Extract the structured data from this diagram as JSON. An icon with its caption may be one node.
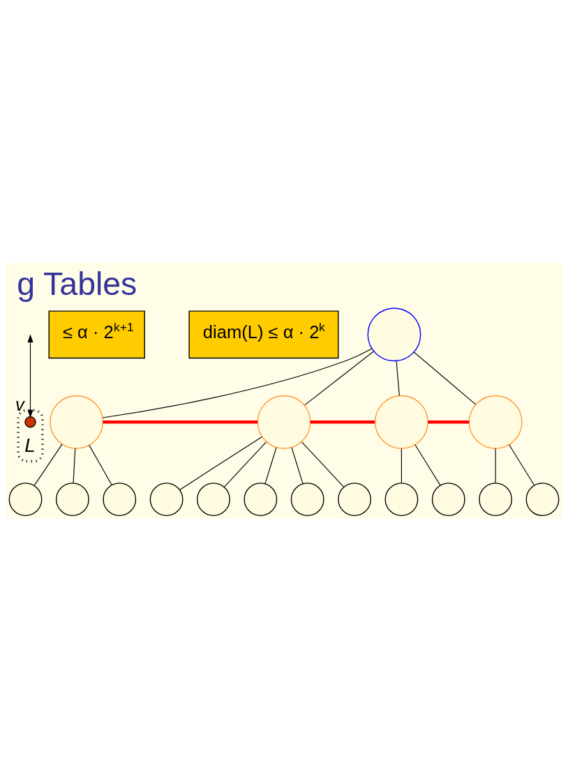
{
  "diagram": {
    "title": "g Tables",
    "nodes": [
      {
        "text": [
          "L"
        ]
      },
      {
        "text": [],
        "shape": "circle",
        "in": 0,
        "beside": [
          "v"
        ]
      },
      {
        "text": [
          "≤ α · 2$^{k+1}$"
        ]
      },
      {
        "text": [
          "diam(L) ≤ α · 2$^{k}$"
        ]
      },
      {
        "text": [],
        "shape": "circle"
      },
      {
        "text": [],
        "shape": "circle"
      },
      {
        "text": [],
        "shape": "circle"
      },
      {
        "text": [],
        "shape": "circle"
      },
      {
        "text": [],
        "shape": "circle"
      },
      {
        "text": [],
        "shape": "circle"
      },
      {
        "text": [],
        "shape": "circle"
      },
      {
        "text": [],
        "shape": "circle"
      },
      {
        "text": [],
        "shape": "circle"
      },
      {
        "text": [],
        "shape": "circle"
      },
      {
        "text": [],
        "shape": "circle"
      },
      {
        "text": [],
        "shape": "circle"
      },
      {
        "text": [],
        "shape": "circle"
      },
      {
        "text": [],
        "shape": "circle"
      },
      {
        "text": [],
        "shape": "circle"
      },
      {
        "text": [],
        "shape": "circle"
      },
      {
        "text": [],
        "shape": "circle"
      }
    ],
    "edges": [
      {
        "from": null,
        "to": 1,
        "arrow": "both"
      },
      {
        "from": 4,
        "to": 5,
        "arrow": "none"
      },
      {
        "from": 4,
        "to": 6,
        "arrow": "none"
      },
      {
        "from": 4,
        "to": 7,
        "arrow": "none"
      },
      {
        "from": 4,
        "to": 8,
        "arrow": "none"
      },
      {
        "from": 5,
        "to": 6,
        "arrow": "none",
        "style": "thick",
        "color": "#ff0000"
      },
      {
        "from": 6,
        "to": 7,
        "arrow": "none",
        "style": "thick",
        "color": "#ff0000"
      },
      {
        "from": 7,
        "to": 8,
        "arrow": "none",
        "style": "thick",
        "color": "#ff0000"
      },
      {
        "from": 5,
        "to": 9,
        "arrow": "none"
      },
      {
        "from": 5,
        "to": 10,
        "arrow": "none"
      },
      {
        "from": 5,
        "to": 11,
        "arrow": "none"
      },
      {
        "from": 6,
        "to": 12,
        "arrow": "none"
      },
      {
        "from": 6,
        "to": 13,
        "arrow": "none"
      },
      {
        "from": 6,
        "to": 14,
        "arrow": "none"
      },
      {
        "from": 6,
        "to": 15,
        "arrow": "none"
      },
      {
        "from": 6,
        "to": 16,
        "arrow": "none"
      },
      {
        "from": 7,
        "to": 17,
        "arrow": "none"
      },
      {
        "from": 7,
        "to": 18,
        "arrow": "none"
      },
      {
        "from": 8,
        "to": 19,
        "arrow": "none"
      },
      {
        "from": 8,
        "to": 20,
        "arrow": "none"
      }
    ]
  }
}
